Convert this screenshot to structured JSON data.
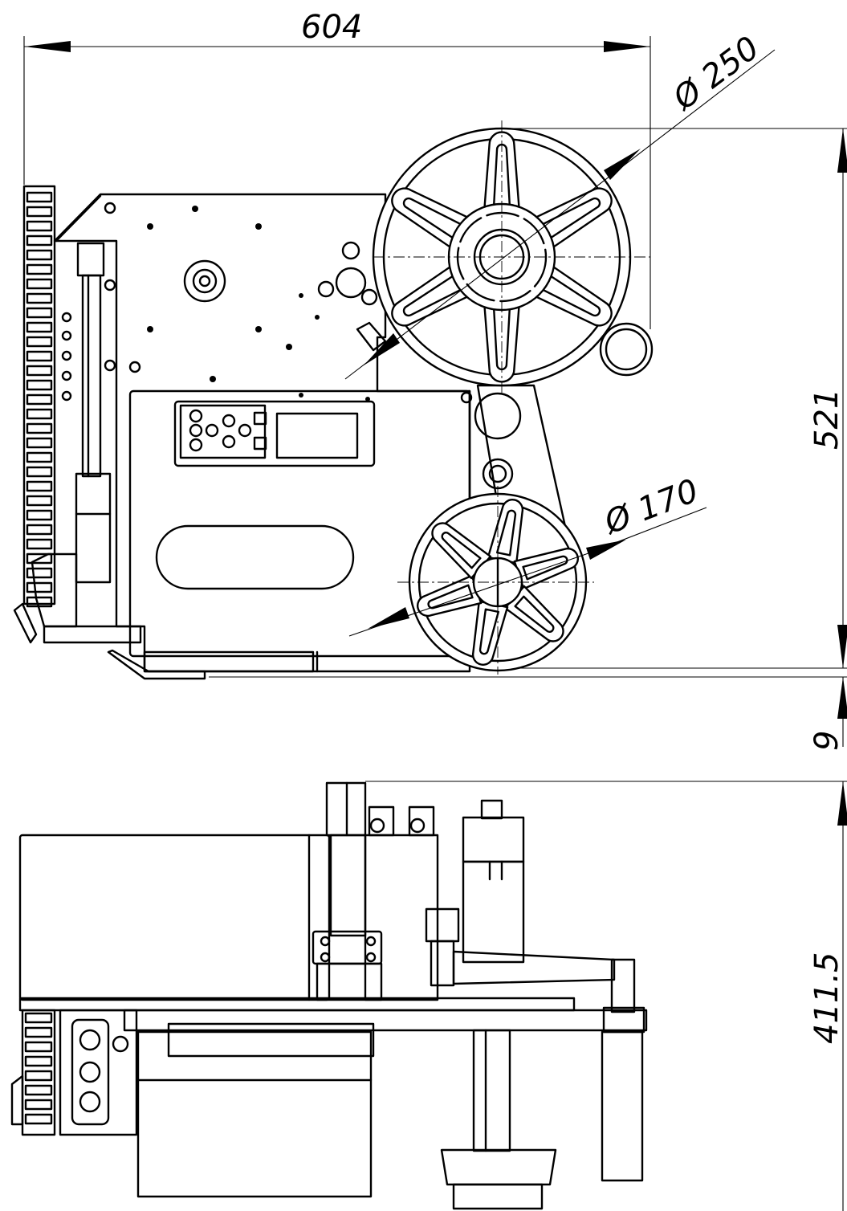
{
  "dimensions": {
    "overall_width": "604",
    "wheel_large_diameter": "Ø 250",
    "overall_height": "521",
    "gap": "9",
    "wheel_small_diameter": "Ø 170",
    "bottom_view_height": "411.5"
  }
}
